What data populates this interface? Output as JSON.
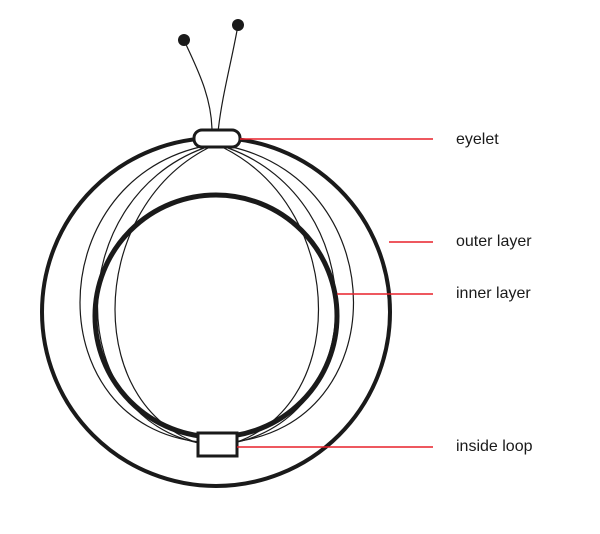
{
  "labels": {
    "eyelet": "eyelet",
    "outer_layer": "outer layer",
    "inner_layer": "inner layer",
    "inside_loop": "inside loop"
  },
  "colors": {
    "stroke": "#1a1a1a",
    "leader": "#e8202a",
    "text": "#1a1a1a",
    "background": "#ffffff"
  }
}
